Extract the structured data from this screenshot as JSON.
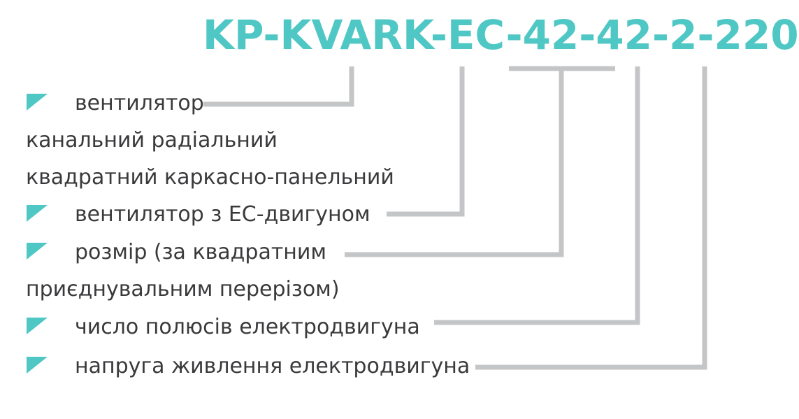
{
  "code": "KP-KVARK-EC-42-42-2-220",
  "colors": {
    "accent": "#4fc7c4",
    "connector": "#c3c5c7",
    "text": "#3a3a3c"
  },
  "legend": {
    "item_fan": "вентилятор",
    "item_fan_line2": "канальний радіальний",
    "item_fan_line3": "квадратний каркасно-панельний",
    "item_ec_motor": "вентилятор з ЕС-двигуном",
    "item_size": "розмір (за квадратним",
    "item_size_line2": "приєднувальним перерізом)",
    "item_poles": "число полюсів електродвигуна",
    "item_voltage": "напруга живлення електродвигуна"
  },
  "icons": {
    "bullet": "triangle-bullet-icon"
  }
}
